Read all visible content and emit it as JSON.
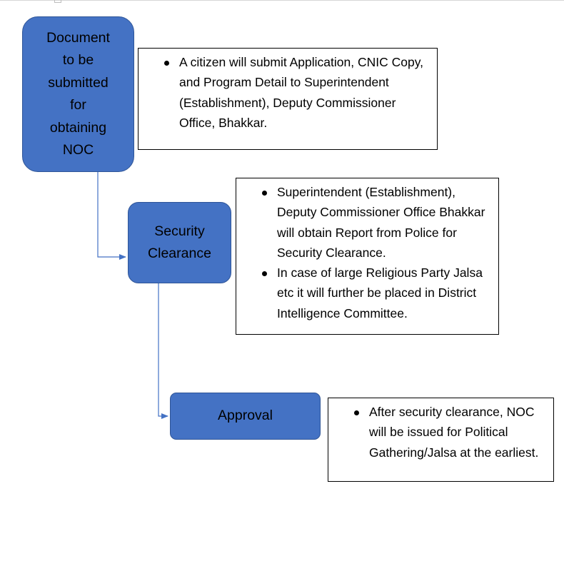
{
  "flow": {
    "steps": [
      {
        "id": "document",
        "label_lines": [
          "Document",
          "to be",
          "submitted",
          "for",
          "obtaining",
          "NOC"
        ],
        "notes": [
          "A citizen will submit Application, CNIC Copy, and Program Detail to Superintendent (Establishment), Deputy Commissioner Office, Bhakkar."
        ]
      },
      {
        "id": "security",
        "label_lines": [
          "Security",
          "Clearance"
        ],
        "notes": [
          "Superintendent (Establishment), Deputy Commissioner Office Bhakkar will obtain Report from Police for Security Clearance.",
          "In case of large Religious Party Jalsa etc it will further be placed in District Intelligence Committee."
        ]
      },
      {
        "id": "approval",
        "label_lines": [
          "Approval"
        ],
        "notes": [
          "After security clearance, NOC will be issued for Political Gathering/Jalsa at the earliest."
        ]
      }
    ]
  },
  "colors": {
    "step_fill": "#4472c4",
    "step_border": "#2f5597",
    "connector": "#4472c4",
    "note_border": "#000000"
  }
}
